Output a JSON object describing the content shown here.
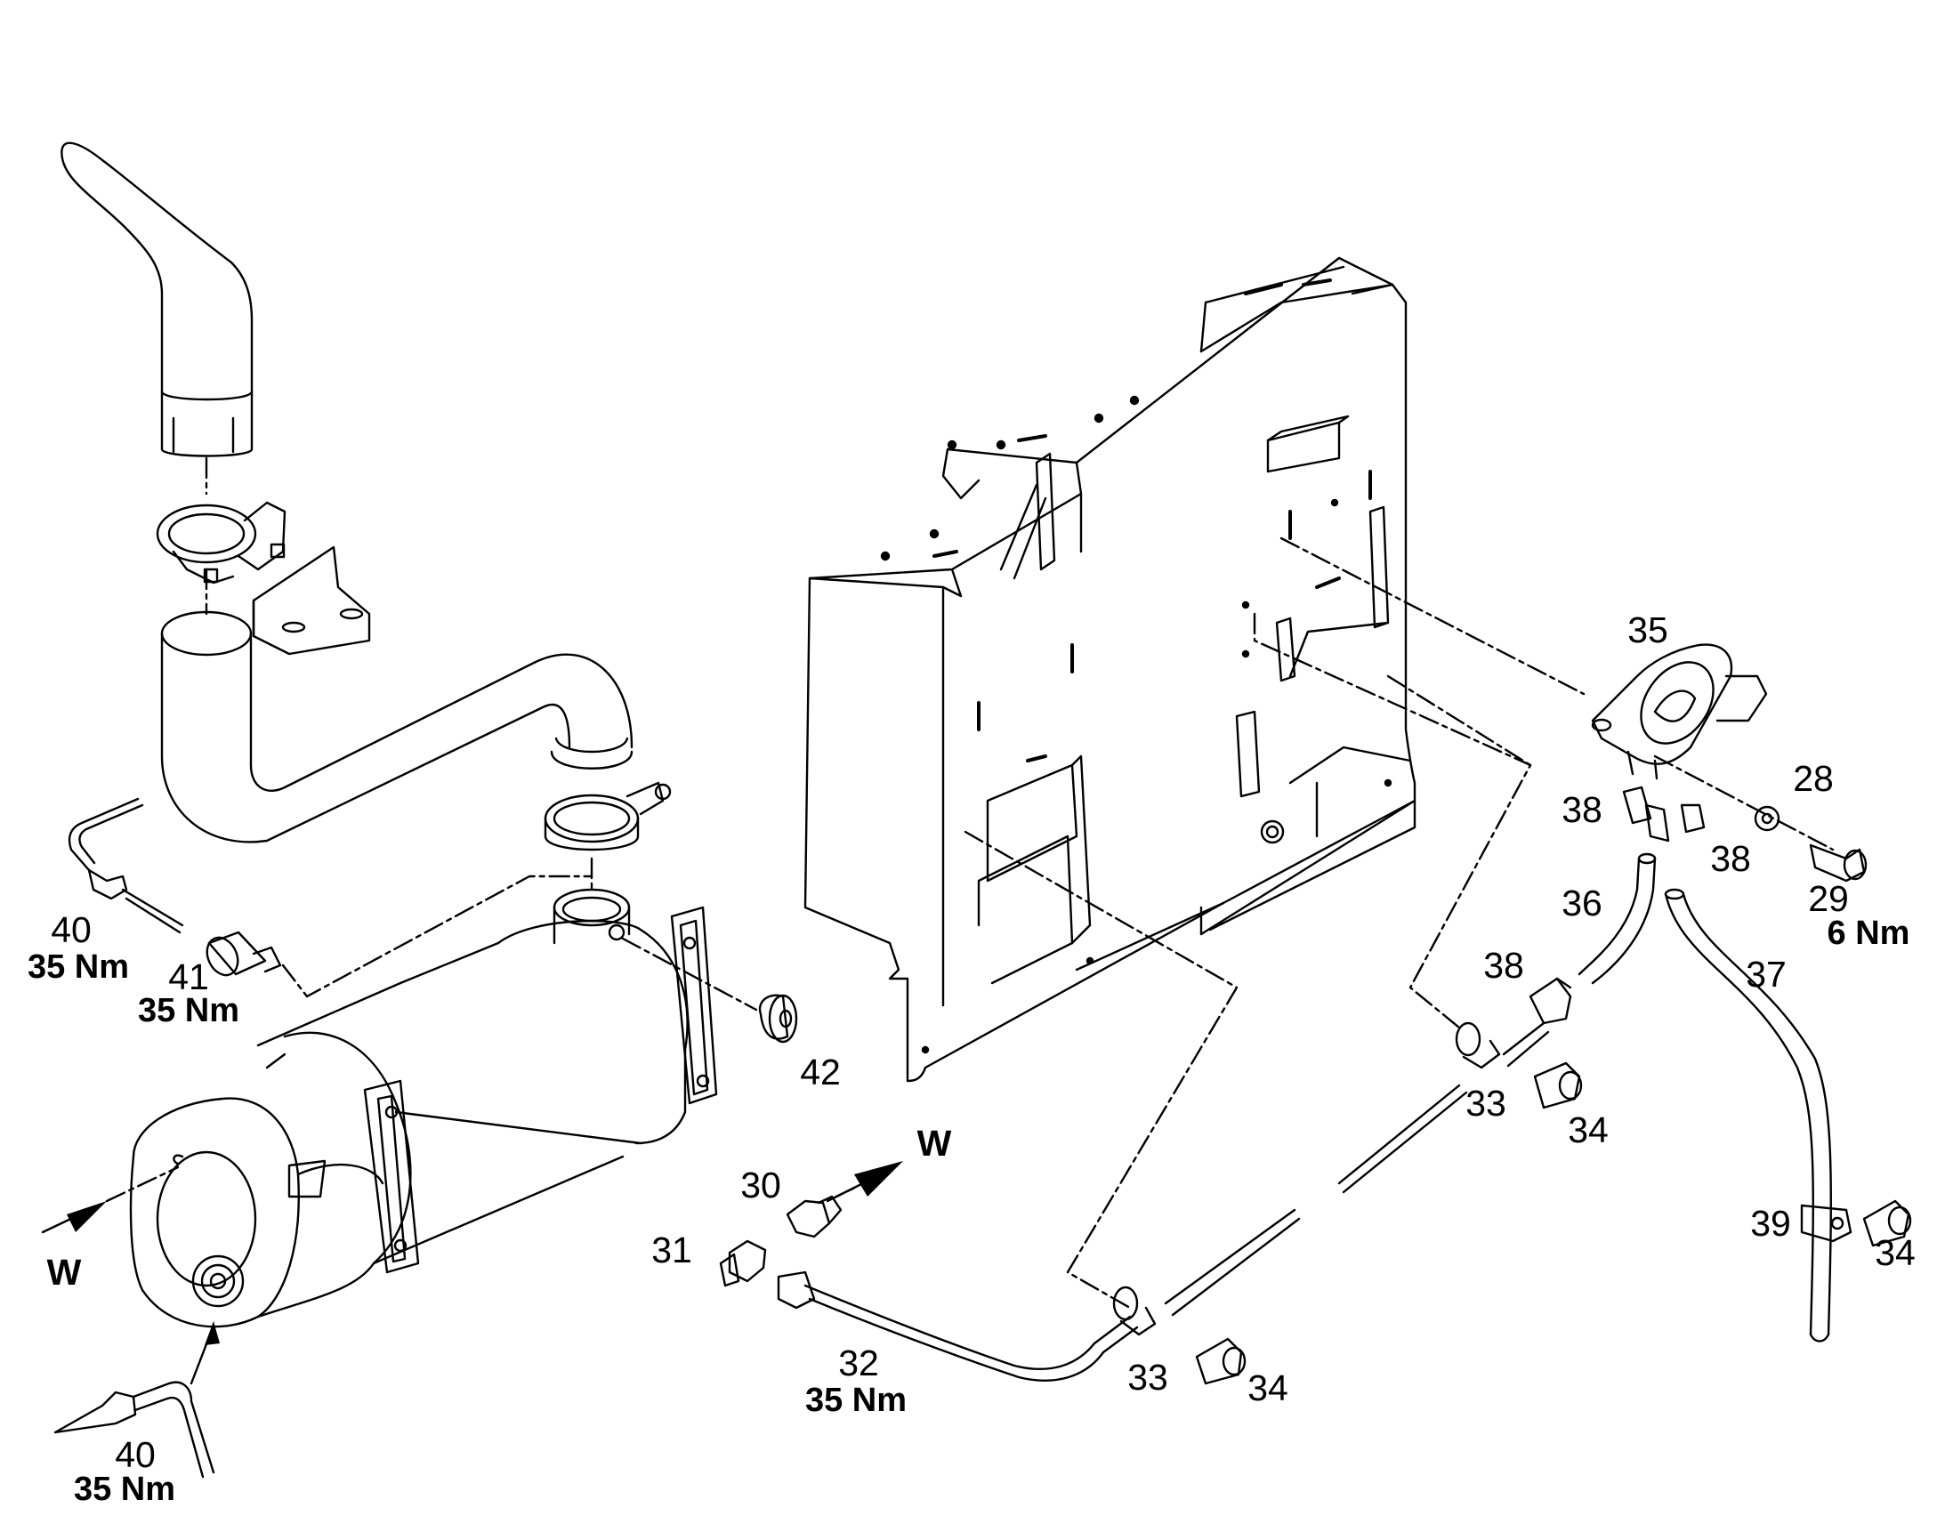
{
  "callouts": {
    "c28": "28",
    "c29": "29",
    "c30": "30",
    "c31": "31",
    "c32": "32",
    "c33a": "33",
    "c33b": "33",
    "c34a": "34",
    "c34b": "34",
    "c34c": "34",
    "c35": "35",
    "c36": "36",
    "c37": "37",
    "c38a": "38",
    "c38b": "38",
    "c38c": "38",
    "c39": "39",
    "c40a": "40",
    "c40b": "40",
    "c41": "41",
    "c42": "42"
  },
  "torques": {
    "t29": "6 Nm",
    "t32": "35 Nm",
    "t40a": "35 Nm",
    "t40b": "35 Nm",
    "t41": "35 Nm"
  },
  "view_markers": {
    "w_left": "W",
    "w_center": "W"
  },
  "colors": {
    "line": "#000000",
    "background": "#ffffff"
  }
}
